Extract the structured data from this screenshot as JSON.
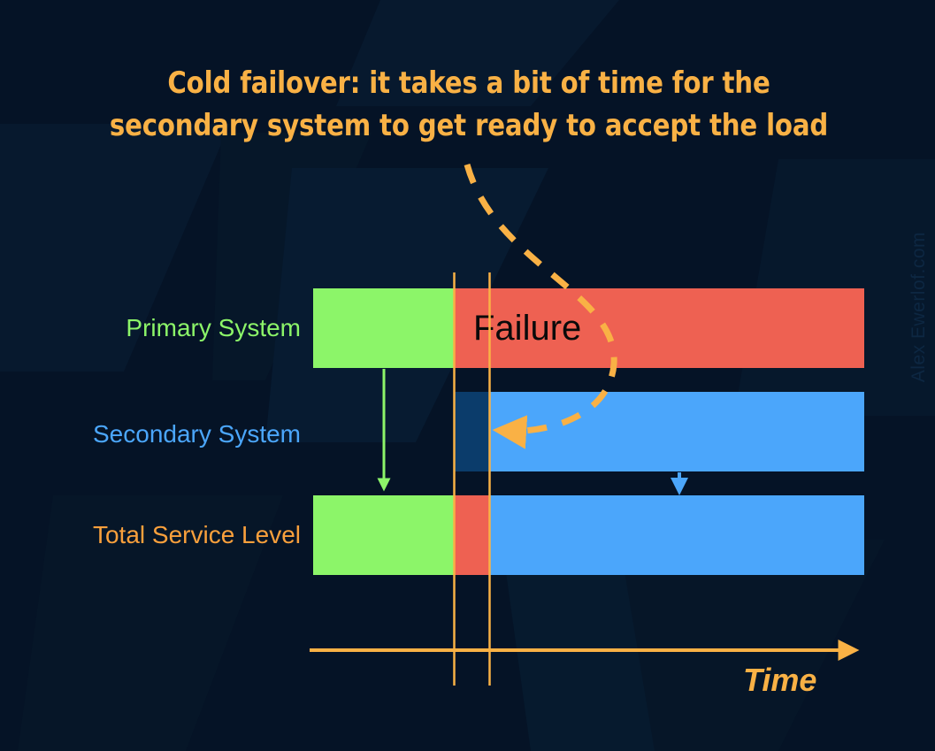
{
  "title": "Cold failover: it takes a bit of time for the secondary system to get ready to accept the load",
  "colors": {
    "background": "#051326",
    "title": "#F9B145",
    "accent_orange": "#F9B145",
    "green": "#8CF569",
    "red": "#EE6152",
    "blue": "#4BA6FB",
    "dark_blue": "#0B3C6B",
    "label_total": "#F9A03C",
    "failure_text": "#0A0A0A",
    "watermark": "#0D2742"
  },
  "rows": [
    {
      "label": "Primary System",
      "label_color": "#8CF569",
      "segments": [
        {
          "name": "primary-healthy",
          "state": "up",
          "color": "#8CF569",
          "start_pct": 0,
          "width_pct": 25.5
        },
        {
          "name": "primary-failed",
          "state": "down",
          "color": "#EE6152",
          "start_pct": 25.5,
          "width_pct": 74.5
        }
      ]
    },
    {
      "label": "Secondary System",
      "label_color": "#4BA6FB",
      "segments": [
        {
          "name": "secondary-idle",
          "state": "off",
          "color": "transparent",
          "start_pct": 0,
          "width_pct": 25.5
        },
        {
          "name": "secondary-warmup",
          "state": "warming",
          "color": "#0B3C6B",
          "start_pct": 25.5,
          "width_pct": 6.4
        },
        {
          "name": "secondary-serving",
          "state": "up",
          "color": "#4BA6FB",
          "start_pct": 31.9,
          "width_pct": 68.1
        }
      ]
    },
    {
      "label": "Total Service Level",
      "label_color": "#F9A03C",
      "segments": [
        {
          "name": "total-primary-up",
          "state": "up",
          "color": "#8CF569",
          "start_pct": 0,
          "width_pct": 25.5
        },
        {
          "name": "total-outage",
          "state": "down",
          "color": "#EE6152",
          "start_pct": 25.5,
          "width_pct": 6.4
        },
        {
          "name": "total-secondary-up",
          "state": "up",
          "color": "#4BA6FB",
          "start_pct": 31.9,
          "width_pct": 68.1
        }
      ]
    }
  ],
  "annotations": {
    "failure_label": "Failure",
    "time_axis_label": "Time",
    "failure_marker_name": "failure-time-marker",
    "recovery_marker_name": "recovery-time-marker"
  },
  "arrows": {
    "green_arrow_name": "primary-to-total-arrow",
    "blue_arrow_name": "secondary-to-total-arrow",
    "dashed_curve_name": "failover-curve-arrow"
  },
  "watermark": "Alex Ewerlof.com"
}
